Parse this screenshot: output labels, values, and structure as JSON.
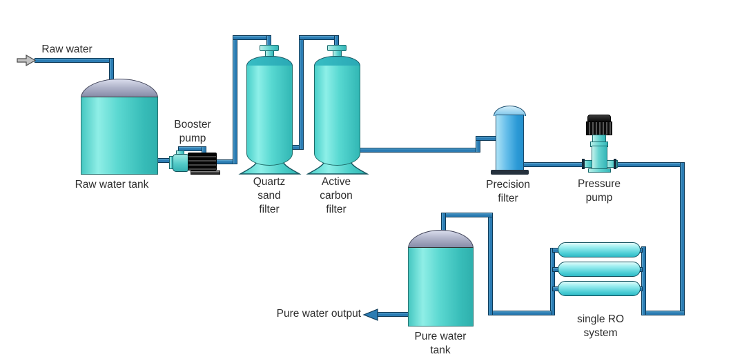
{
  "diagram_type": "process-flow",
  "labels": {
    "raw_water": "Raw water",
    "raw_water_tank": "Raw water tank",
    "booster_pump": [
      "Booster",
      "pump"
    ],
    "quartz_sand_filter": [
      "Quartz",
      "sand",
      "filter"
    ],
    "active_carbon_filter": [
      "Active",
      "carbon",
      "filter"
    ],
    "precision_filter": [
      "Precision",
      "filter"
    ],
    "pressure_pump": [
      "Pressure",
      "pump"
    ],
    "single_ro_system": [
      "single RO",
      "system"
    ],
    "pure_water_tank": [
      "Pure water",
      "tank"
    ],
    "pure_water_output": "Pure water output"
  },
  "process_flow": [
    "Raw water",
    "Raw water tank",
    "Booster pump",
    "Quartz sand filter",
    "Active carbon filter",
    "Precision filter",
    "Pressure pump",
    "single RO system",
    "Pure water tank",
    "Pure water output"
  ],
  "palette": {
    "background": "#ffffff",
    "pipe": "#2b7cb3",
    "pipe_outline": "#0f3a57",
    "tank_body": "#45c8c2",
    "tank_dome": "#9297b2",
    "vessel_body": "#4fd2cc",
    "precision_filter_body": "#2b99d6",
    "ro_tube": "#49ccd4",
    "pump_motor": "#111111",
    "input_arrow": "#c2c2c2",
    "label_text": "#2d2d2d"
  }
}
